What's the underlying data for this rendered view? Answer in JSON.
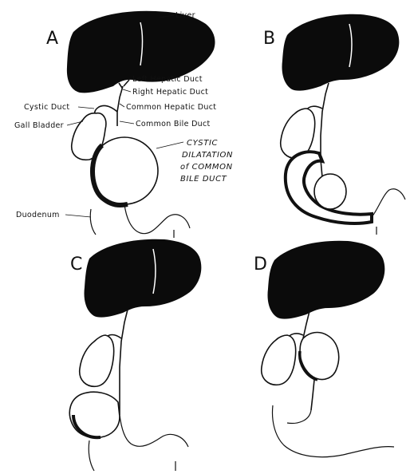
{
  "panels": [
    "A",
    "B",
    "C",
    "D"
  ],
  "labels": {
    "liver": "Liver",
    "left_hepatic": "Left Hepatic Duct",
    "right_hepatic": "Right Hepatic Duct",
    "cystic_duct": "Cystic Duct",
    "common_hepatic": "Common Hepatic Duct",
    "gall_bladder": "Gall Bladder",
    "common_bile": "Common Bile Duct",
    "cystic_dilatation": [
      "CYSTIC",
      "DILATATION",
      "of COMMON",
      "BILE DUCT"
    ],
    "duodenum": "Duodenum"
  }
}
